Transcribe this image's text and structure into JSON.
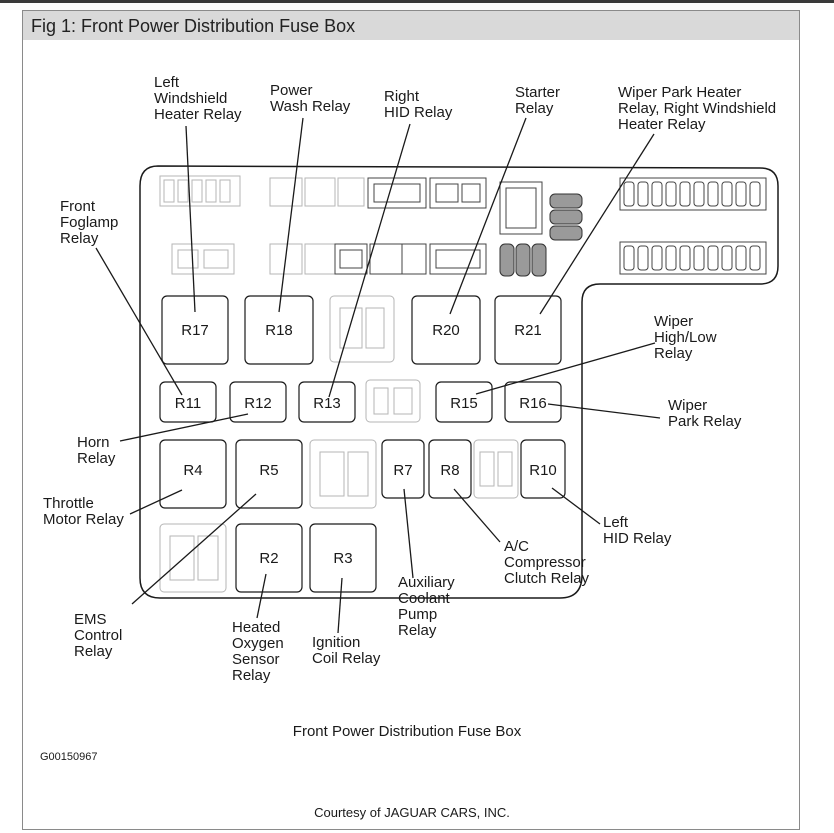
{
  "window": {
    "title": "Fig 1: Front Power Distribution Fuse Box"
  },
  "relays": {
    "r17": "R17",
    "r18": "R18",
    "r20": "R20",
    "r21": "R21",
    "r11": "R11",
    "r12": "R12",
    "r13": "R13",
    "r15": "R15",
    "r16": "R16",
    "r4": "R4",
    "r5": "R5",
    "r7": "R7",
    "r8": "R8",
    "r10": "R10",
    "r2": "R2",
    "r3": "R3"
  },
  "labels": {
    "left_windshield_heater": [
      "Left",
      "Windshield",
      "Heater Relay"
    ],
    "power_wash": [
      "Power",
      "Wash Relay"
    ],
    "right_hid": [
      "Right",
      "HID Relay"
    ],
    "starter": [
      "Starter",
      "Relay"
    ],
    "wiper_park_heater": [
      "Wiper Park Heater",
      "Relay, Right Windshield",
      "Heater Relay"
    ],
    "front_foglamp": [
      "Front",
      "Foglamp",
      "Relay"
    ],
    "wiper_high_low": [
      "Wiper",
      "High/Low",
      "Relay"
    ],
    "wiper_park": [
      "Wiper",
      "Park Relay"
    ],
    "horn": [
      "Horn",
      "Relay"
    ],
    "throttle_motor": [
      "Throttle",
      "Motor Relay"
    ],
    "left_hid": [
      "Left",
      "HID Relay"
    ],
    "ac_compressor": [
      "A/C",
      "Compressor",
      "Clutch Relay"
    ],
    "auxiliary_coolant": [
      "Auxiliary",
      "Coolant",
      "Pump",
      "Relay"
    ],
    "ems_control": [
      "EMS",
      "Control",
      "Relay"
    ],
    "heated_oxygen": [
      "Heated",
      "Oxygen",
      "Sensor",
      "Relay"
    ],
    "ignition_coil": [
      "Ignition",
      "Coil Relay"
    ]
  },
  "caption": "Front Power Distribution Fuse Box",
  "figure_code": "G00150967",
  "courtesy": "Courtesy of JAGUAR CARS, INC.",
  "colors": {
    "line": "#1a1a1a",
    "title_bar": "#d9d9d9",
    "ghost": "#b5b5b5",
    "dark_fuse": "#9a9a9a"
  }
}
